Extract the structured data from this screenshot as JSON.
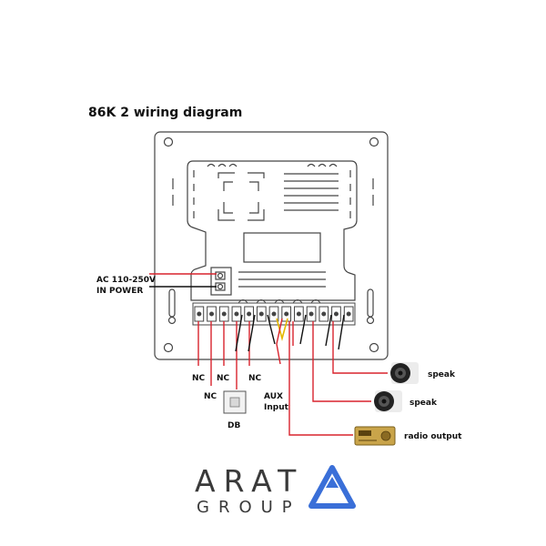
{
  "title": "86K 2 wiring diagram",
  "labels": {
    "ac_power_line1": "AC 110-250V",
    "ac_power_line2": "IN POWER",
    "nc_1": "NC",
    "nc_2": "NC",
    "nc_3": "NC",
    "nc_4": "NC",
    "db": "DB",
    "aux_line1": "AUX",
    "aux_line2": "Input",
    "speak_1": "speak",
    "speak_2": "speak",
    "radio_output": "radio output"
  },
  "logo": {
    "main": "ARAT",
    "sub": "GROUP",
    "accent_color": "#3a6fd8",
    "text_color": "#3a3a3a"
  },
  "colors": {
    "wire_red": "#d9232d",
    "wire_black": "#111111",
    "outline": "#444444"
  }
}
